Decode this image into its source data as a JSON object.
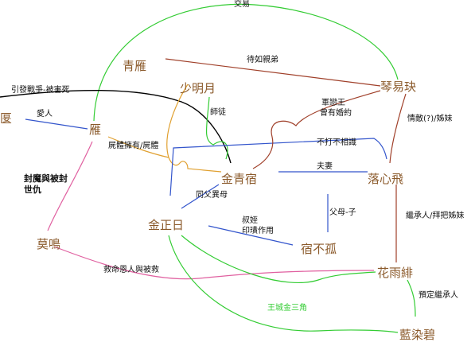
{
  "nodes": {
    "yan_left": "匽",
    "yan": "雁",
    "qing_yan": "青雁",
    "shao_ming_yue": "少明月",
    "qin_yi_jue": "琴易玦",
    "jin_qing_su": "金青宿",
    "luo_xin_fei": "落心飛",
    "jin_zheng_ri": "金正日",
    "su_bu_gu": "宿不孤",
    "mo_ming": "莫鳴",
    "hua_yu_fei": "花雨緋",
    "lan_ran_bi": "藍染碧"
  },
  "labels": {
    "trade": "交易",
    "treat_as_brother": "待如親弟",
    "war_killed": "引發戰爭-被害死",
    "lovers": "愛人",
    "master_disciple": "師徒",
    "army_king": "軍戀王",
    "engaged": "曾有婚約",
    "rival_sisters": "情敵(?)/姊妹",
    "corpse": "屍體擁有/屍體",
    "fight_then_friends": "不打不相識",
    "spouses": "夫妻",
    "sealing_line1": "封魔與被封",
    "sealing_line2": "世仇",
    "half_brothers": "同父異母",
    "parent_child": "父母-子",
    "heir_sworn_sisters": "繼承人/拜把姊妹",
    "uncle_nephew": "叔姪",
    "seal_effect": "印璜作用",
    "savior_saved": "救命恩人與被救",
    "designated_heir": "預定繼承人",
    "golden_triangle": "王城金三角"
  },
  "colors": {
    "node_text": "#8b5a2b",
    "green": "#33cc33",
    "darkred": "#a0402a",
    "black": "#000000",
    "blue": "#3355cc",
    "orange": "#e0a030",
    "pink": "#e060a0"
  }
}
